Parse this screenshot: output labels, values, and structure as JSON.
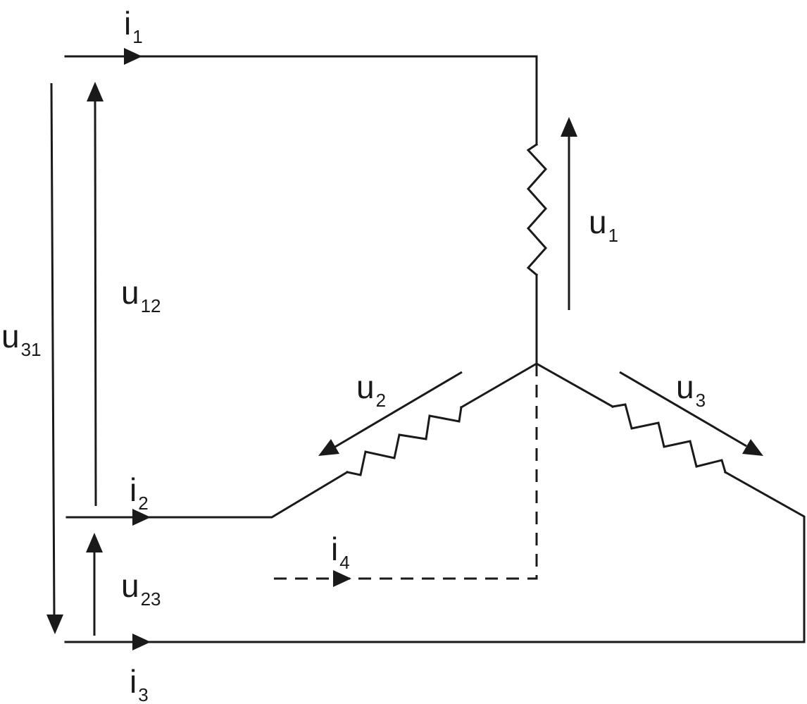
{
  "labels": {
    "i1": {
      "main": "i",
      "sub": "1"
    },
    "i2": {
      "main": "i",
      "sub": "2"
    },
    "i3": {
      "main": "i",
      "sub": "3"
    },
    "i4": {
      "main": "i",
      "sub": "4"
    },
    "u1": {
      "main": "u",
      "sub": "1"
    },
    "u2": {
      "main": "u",
      "sub": "2"
    },
    "u3": {
      "main": "u",
      "sub": "3"
    },
    "u12": {
      "main": "u",
      "sub": "12"
    },
    "u23": {
      "main": "u",
      "sub": "23"
    },
    "u31": {
      "main": "u",
      "sub": "31"
    }
  },
  "colors": {
    "stroke": "#1a1a1a",
    "background": "#ffffff"
  }
}
